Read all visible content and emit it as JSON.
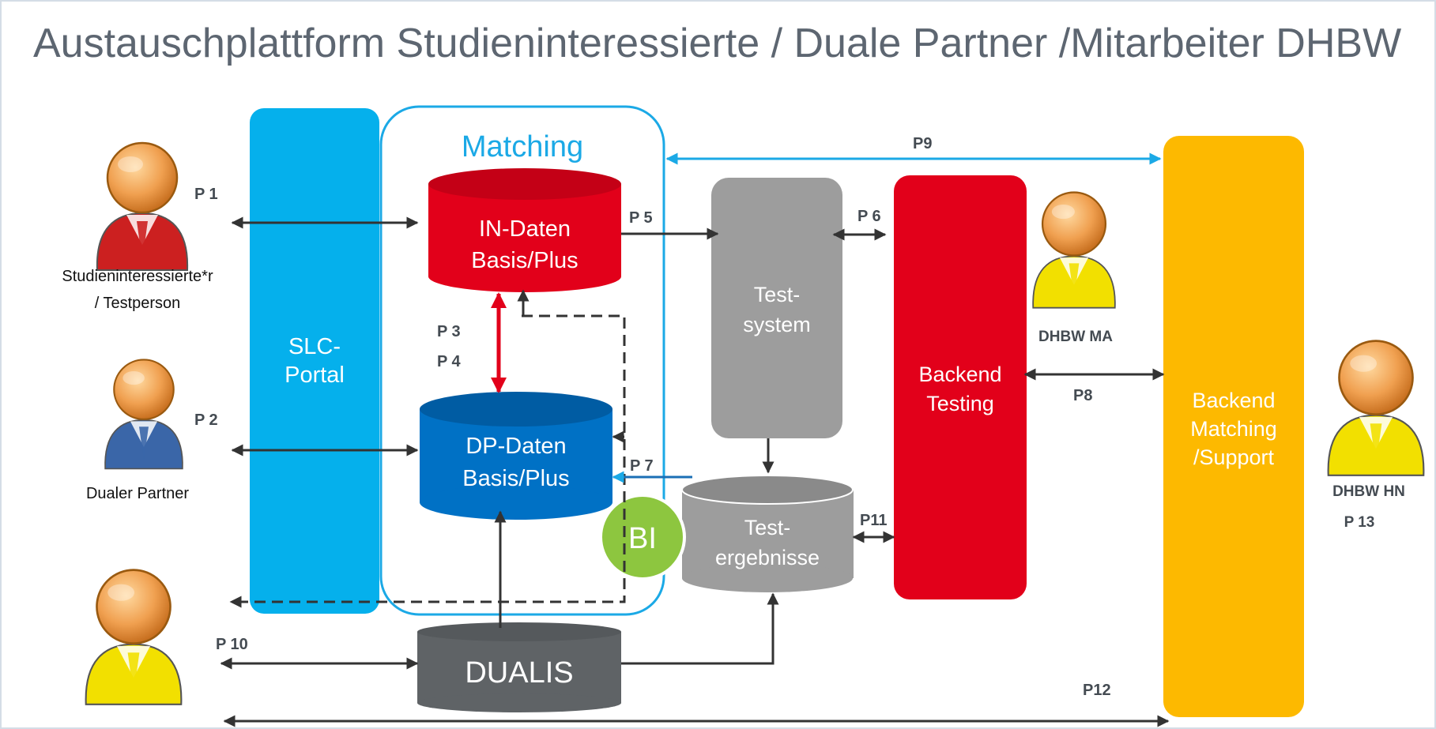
{
  "title": "Austauschplattform Studieninteressierte / Duale Partner /Mitarbeiter DHBW",
  "colors": {
    "title": "#5d6671",
    "slc_portal": "#05b0ec",
    "matching_border": "#1ba9e6",
    "in_daten": "#e2001a",
    "dp_daten": "#0071c5",
    "testsystem": "#9d9d9d",
    "backend_testing": "#e2001a",
    "backend_matching": "#fdb900",
    "dualis": "#5f6366",
    "bi": "#8dc63f",
    "arrow_dark": "#333333",
    "arrow_red": "#e2001a",
    "arrow_blue": "#1ba9e6"
  },
  "boxes": {
    "slc_portal": [
      "SLC-",
      "Portal"
    ],
    "matching": "Matching",
    "in_daten": [
      "IN-Daten",
      "Basis/Plus"
    ],
    "dp_daten": [
      "DP-Daten",
      "Basis/Plus"
    ],
    "testsystem": [
      "Test-",
      "system"
    ],
    "testergebnisse": [
      "Test-",
      "ergebnisse"
    ],
    "backend_testing": [
      "Backend",
      "Testing"
    ],
    "backend_matching": [
      "Backend",
      "Matching",
      "/Support"
    ],
    "dualis": "DUALIS",
    "bi": "BI"
  },
  "persons": {
    "studieninteressierte": {
      "label": [
        "Studieninteressierte*r",
        "/ Testperson"
      ],
      "icon": "user-red-icon"
    },
    "dualer_partner": {
      "label": "Dualer Partner",
      "icon": "user-blue-icon"
    },
    "dhbw_user": {
      "icon": "user-yellow-icon"
    },
    "dhbw_ma": {
      "label": "DHBW MA",
      "icon": "user-yellow-icon"
    },
    "dhbw_hn": {
      "label": "DHBW HN",
      "sub": "P 13",
      "icon": "user-yellow-icon"
    }
  },
  "paths": {
    "p1": "P 1",
    "p2": "P 2",
    "p3": "P 3",
    "p4": "P 4",
    "p5": "P 5",
    "p6": "P 6",
    "p7": "P 7",
    "p8": "P8",
    "p9": "P9",
    "p10": "P 10",
    "p11": "P11",
    "p12": "P12"
  }
}
